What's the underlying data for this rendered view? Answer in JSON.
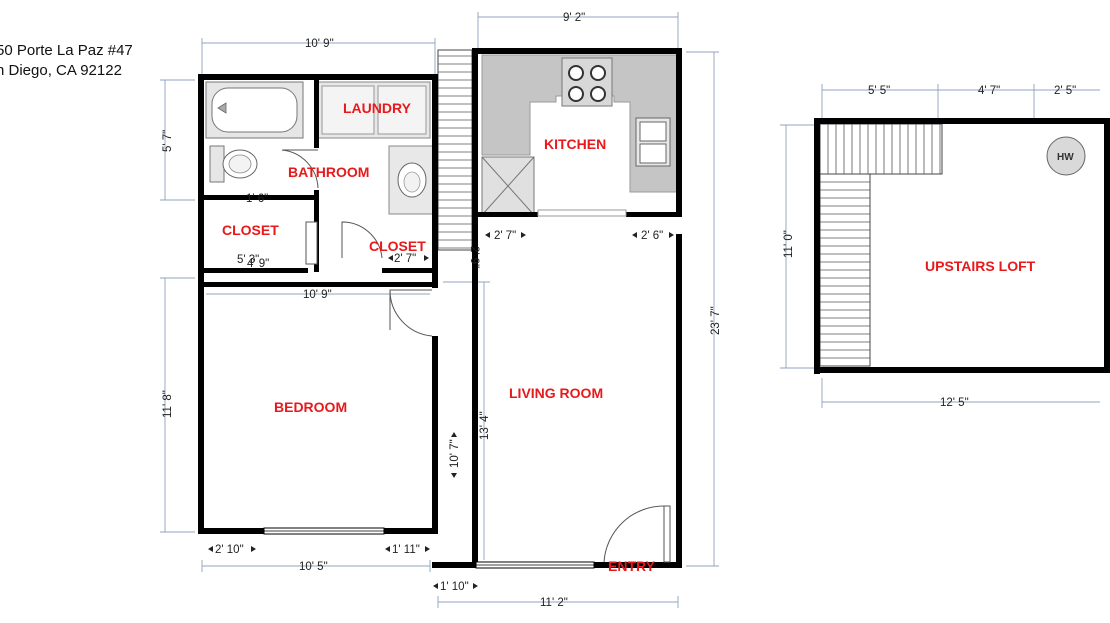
{
  "address": {
    "line1": "50 Porte La Paz #47",
    "line2": "n Diego, CA 92122"
  },
  "rooms": {
    "laundry": "LAUNDRY",
    "bathroom": "BATHROOM",
    "kitchen": "KITCHEN",
    "closet_left": "CLOSET",
    "closet_right": "CLOSET",
    "bedroom": "BEDROOM",
    "living_room": "LIVING ROOM",
    "entry": "ENTRY",
    "upstairs_loft": "UPSTAIRS LOFT",
    "water_heater": "HW"
  },
  "dimensions": {
    "top_left_width": "10' 9\"",
    "top_kitchen_width": "9' 2\"",
    "left_bath_height": "5' 7\"",
    "left_bedroom_height": "11' 8\"",
    "right_total_height": "23' 7\"",
    "closet_left_a": "5' 3\"",
    "closet_left_b": "4' 9\"",
    "closet_right": "2' 7\"",
    "bath_small": "1' 6\"",
    "bedroom_top_width": "10' 9\"",
    "living_left_short": "2' 9\"",
    "kitchen_left": "2' 7\"",
    "kitchen_right": "2' 6\"",
    "living_height": "13' 4\"",
    "living_sub_height": "10' 7\"",
    "bedroom_bottom_left": "2' 10\"",
    "bedroom_bottom_right": "1' 11\"",
    "bedroom_bottom_width": "10' 5\"",
    "living_bottom_left": "1' 10\"",
    "living_bottom_width": "11' 2\"",
    "loft_seg1": "5' 5\"",
    "loft_seg2": "4' 7\"",
    "loft_seg3": "2' 5\"",
    "loft_height": "11' 0\"",
    "loft_width": "12' 5\""
  }
}
